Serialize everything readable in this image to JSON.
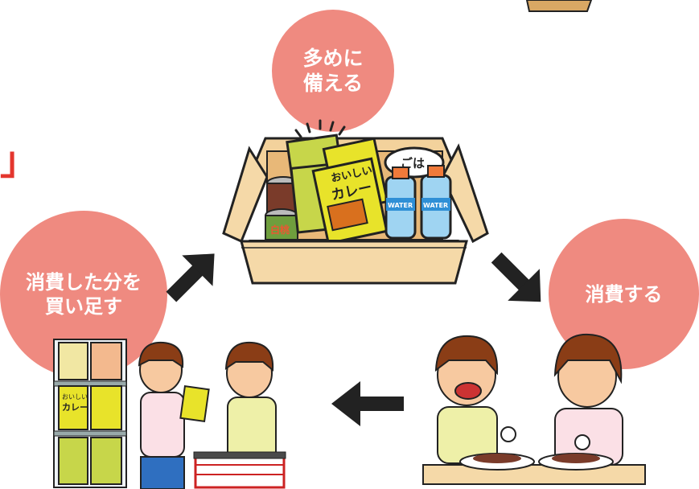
{
  "bubbles": {
    "prepare": "多めに\n備える",
    "consume": "消費する",
    "restock": "消費した分を\n買い足す"
  },
  "bracket": "」",
  "products": {
    "curry_brand": "おいしい",
    "curry_name": "カレー",
    "water": "WATER",
    "rice": "ごは",
    "can_label": "白桃"
  },
  "colors": {
    "bubble": "#ef8a80",
    "bracket": "#e4362e",
    "box": "#f5d9a8",
    "curry_pack": "#e8e32a"
  }
}
